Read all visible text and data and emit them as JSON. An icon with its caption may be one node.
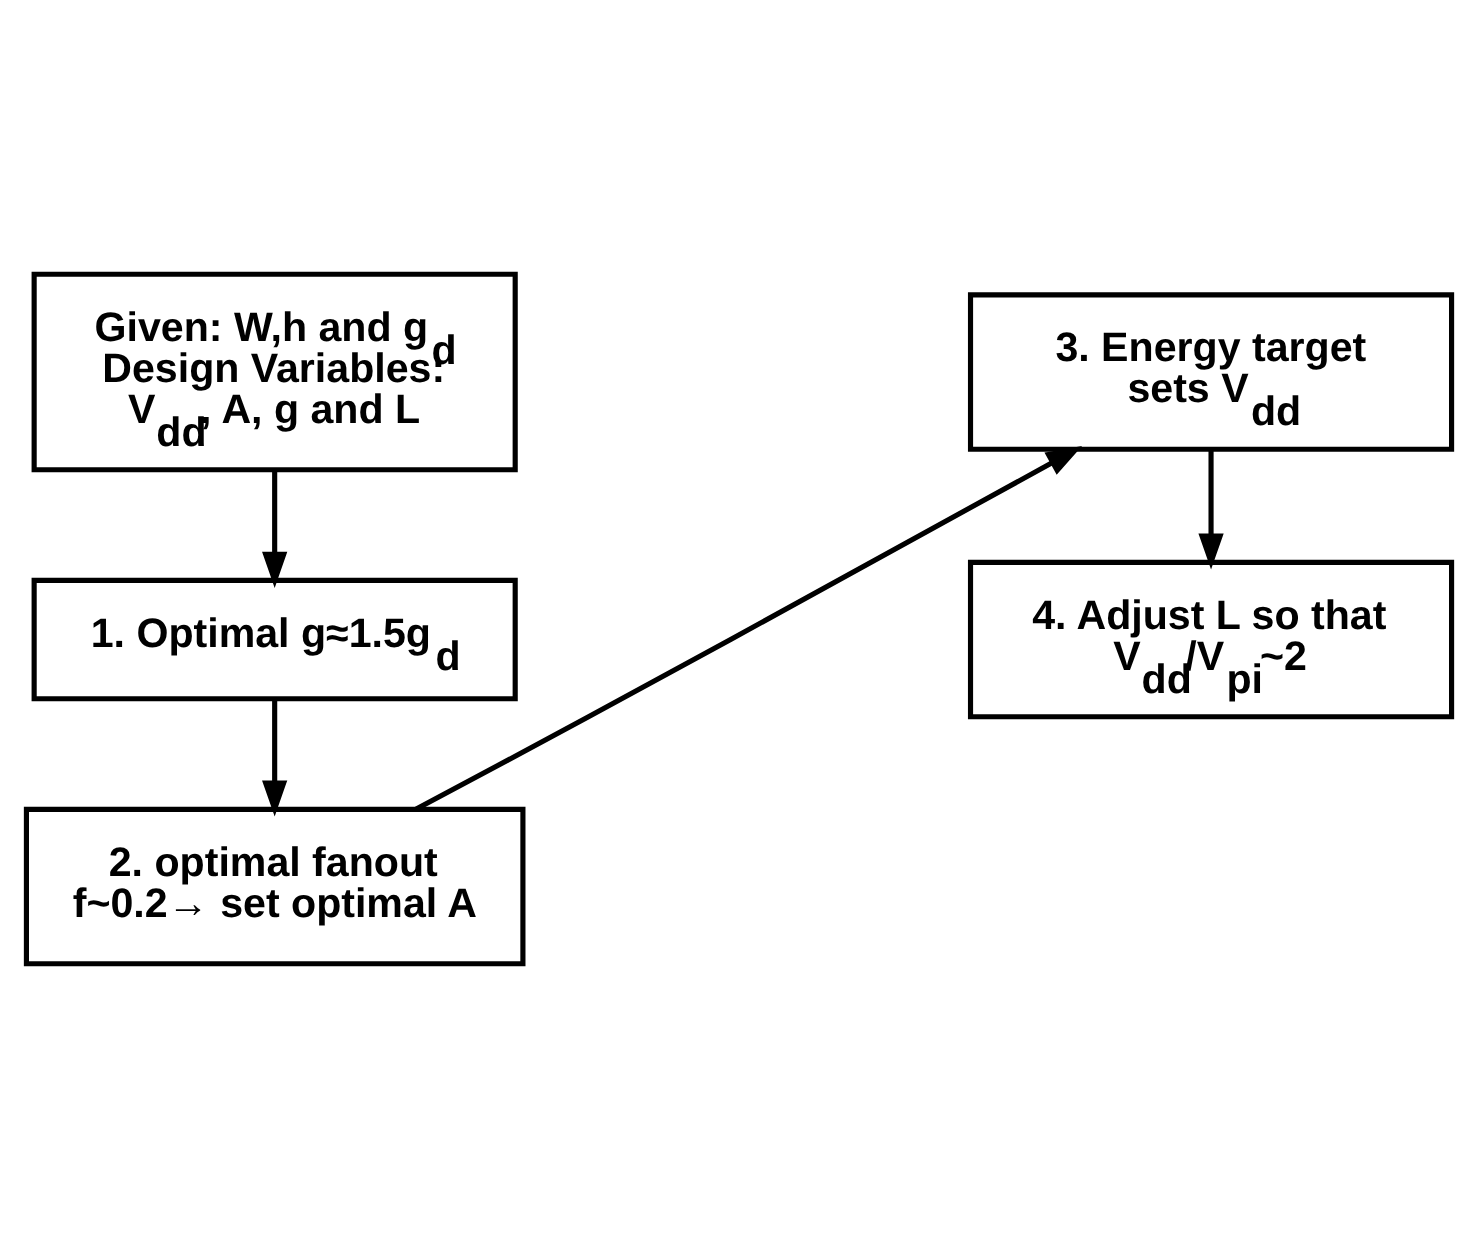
{
  "diagram": {
    "nodes": [
      {
        "text": [
          "Given: W,h and g$_{d}$",
          "Design Variables: V$_{dd}$, A, g and L"
        ]
      },
      {
        "text": [
          "1. Optimal g≈1.5g$_{d}$"
        ]
      },
      {
        "text": [
          "2. optimal fanout f~0.2→ set optimal A"
        ]
      },
      {
        "text": [
          "3. Energy target sets V$_{dd}$"
        ]
      },
      {
        "text": [
          "4. Adjust L so that V$_{dd}$/V$_{pi}$~2"
        ]
      }
    ],
    "edges": [
      {
        "from": 0,
        "to": 1,
        "arrow": "to"
      },
      {
        "from": 1,
        "to": 2,
        "arrow": "to"
      },
      {
        "from": 2,
        "to": 3,
        "arrow": "to"
      },
      {
        "from": 3,
        "to": 4,
        "arrow": "to"
      }
    ]
  }
}
